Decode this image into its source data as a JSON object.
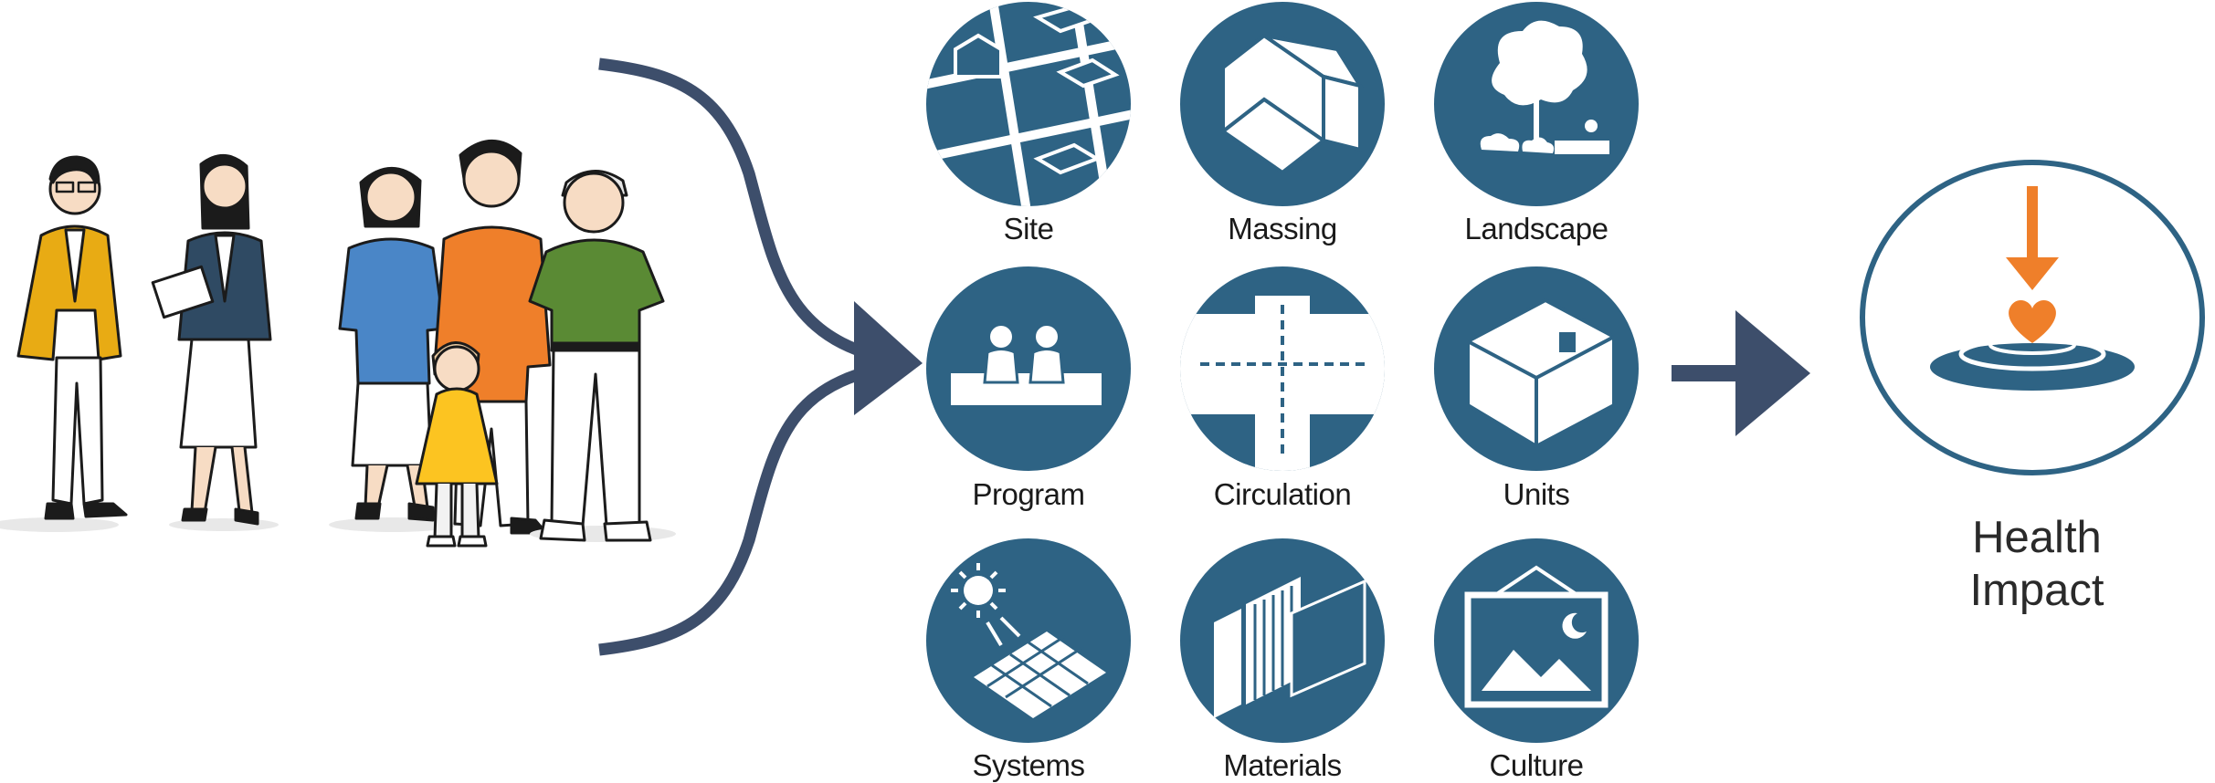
{
  "categories": [
    {
      "label": "Site",
      "icon": "site-icon"
    },
    {
      "label": "Massing",
      "icon": "massing-icon"
    },
    {
      "label": "Landscape",
      "icon": "landscape-icon"
    },
    {
      "label": "Program",
      "icon": "program-icon"
    },
    {
      "label": "Circulation",
      "icon": "circulation-icon"
    },
    {
      "label": "Units",
      "icon": "units-icon"
    },
    {
      "label": "Systems",
      "icon": "systems-icon"
    },
    {
      "label": "Materials",
      "icon": "materials-icon"
    },
    {
      "label": "Culture",
      "icon": "culture-icon"
    }
  ],
  "outcome": {
    "line1": "Health",
    "line2": "Impact"
  },
  "colors": {
    "circle": "#2e6384",
    "arrow": "#3d4e6b",
    "accent": "#ef7f2a",
    "ring": "#2e6384"
  },
  "people": {
    "count": 6
  }
}
